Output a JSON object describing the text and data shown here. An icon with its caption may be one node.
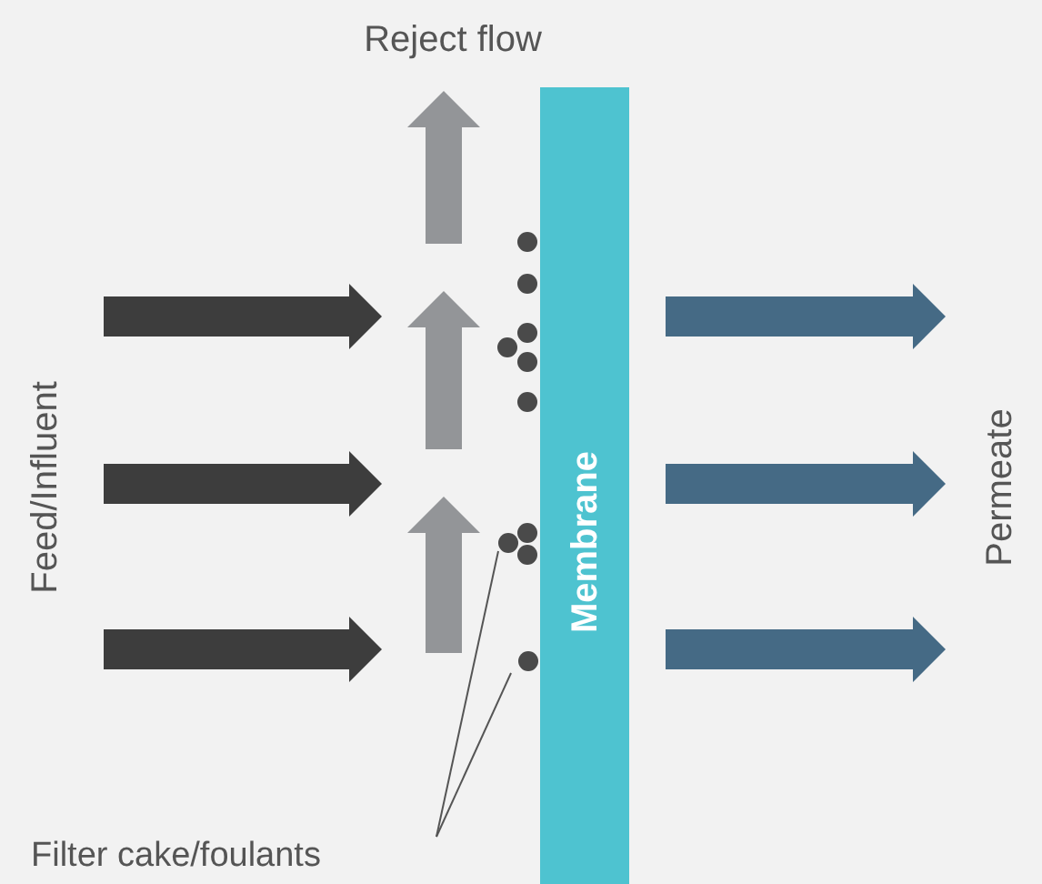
{
  "diagram": {
    "nodes": [
      {
        "text": [
          "Membrane"
        ]
      },
      {
        "text": [
          "Filter cake/foulants"
        ]
      },
      {
        "text": [],
        "shape": "circle"
      },
      {
        "text": [],
        "shape": "circle"
      }
    ],
    "edges": [
      {
        "from": 1,
        "to": 2,
        "arrow": "none"
      },
      {
        "from": 1,
        "to": 3,
        "arrow": "none"
      }
    ],
    "labels": [
      "Reject flow",
      "Feed/Influent",
      "Permeate"
    ]
  }
}
